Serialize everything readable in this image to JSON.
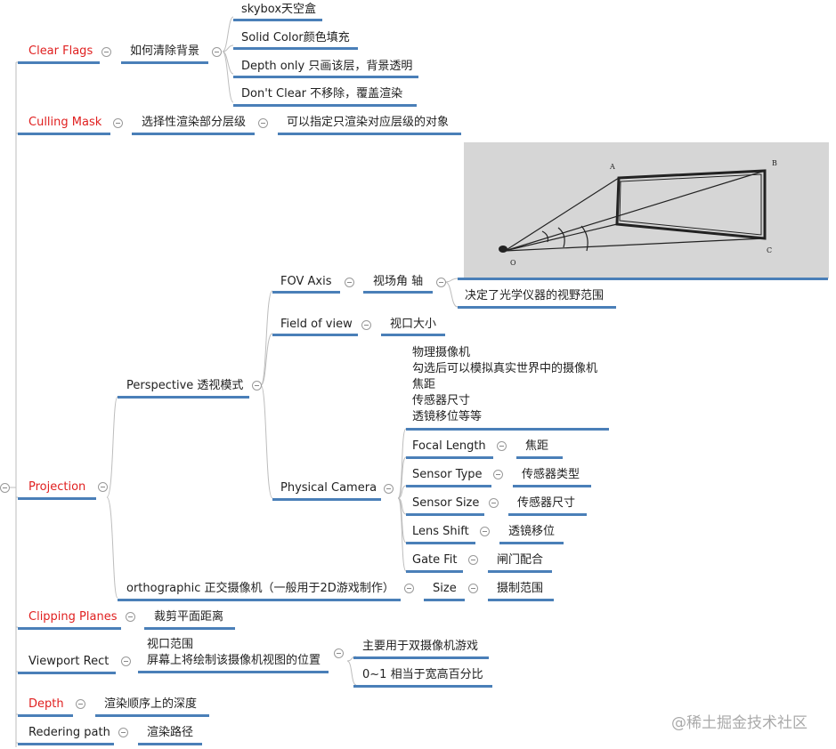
{
  "nodes": {
    "clear_flags": "Clear Flags",
    "clear_flags_desc": "如何清除背景",
    "skybox": "skybox天空盒",
    "solid_color": "Solid Color颜色填充",
    "depth_only": "Depth only 只画该层，背景透明",
    "dont_clear": "Don't Clear 不移除，覆盖渲染",
    "culling_mask": "Culling Mask",
    "culling_desc": "选择性渲染部分层级",
    "culling_detail": "可以指定只渲染对应层级的对象",
    "projection": "Projection",
    "perspective": "Perspective 透视模式",
    "fov_axis": "FOV Axis",
    "fov_axis_desc": "视场角 轴",
    "fov_axis_detail": "决定了光学仪器的视野范围",
    "field_of_view": "Field of view",
    "field_of_view_desc": "视口大小",
    "physical_camera": "Physical Camera",
    "physical_notes": [
      "物理摄像机",
      "勾选后可以模拟真实世界中的摄像机",
      "焦距",
      "传感器尺寸",
      "透镜移位等等"
    ],
    "focal_length": "Focal Length",
    "focal_length_desc": "焦距",
    "sensor_type": "Sensor Type",
    "sensor_type_desc": "传感器类型",
    "sensor_size": "Sensor Size",
    "sensor_size_desc": "传感器尺寸",
    "lens_shift": "Lens Shift",
    "lens_shift_desc": "透镜移位",
    "gate_fit": "Gate Fit",
    "gate_fit_desc": "闸门配合",
    "orthographic": "orthographic 正交摄像机（一般用于2D游戏制作）",
    "size": "Size",
    "size_desc": "摄制范围",
    "clipping_planes": "Clipping Planes",
    "clipping_desc": "裁剪平面距离",
    "viewport_rect": "Viewport Rect",
    "viewport_notes": [
      "视口范围",
      "屏幕上将绘制该摄像机视图的位置"
    ],
    "viewport_a": "主要用于双摄像机游戏",
    "viewport_b": "0~1 相当于宽高百分比",
    "depth": "Depth",
    "depth_desc": "渲染顺序上的深度",
    "rendering_path": "Redering path",
    "rendering_desc": "渲染路径"
  },
  "figure_labels": {
    "a": "A",
    "b": "B",
    "c": "C",
    "o": "O"
  },
  "watermark": "@稀土掘金技术社区",
  "colors": {
    "red": "#e02020",
    "underline": "#4a7fb8",
    "connector": "#bdbdbd"
  }
}
